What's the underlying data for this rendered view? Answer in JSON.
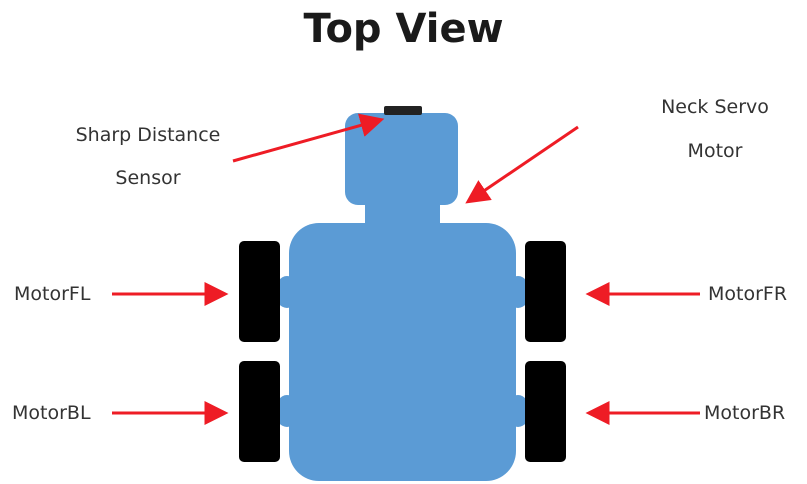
{
  "title": "Top View",
  "labels": {
    "sensor_line1": "Sharp Distance",
    "sensor_line2": "Sensor",
    "neck_line1": "Neck Servo",
    "neck_line2": "Motor",
    "motor_fl": "MotorFL",
    "motor_fr": "MotorFR",
    "motor_bl": "MotorBL",
    "motor_br": "MotorBR"
  },
  "colors": {
    "body": "#5b9bd5",
    "wheel": "#000000",
    "arrow": "#ee1c25",
    "sensor": "#222222"
  }
}
